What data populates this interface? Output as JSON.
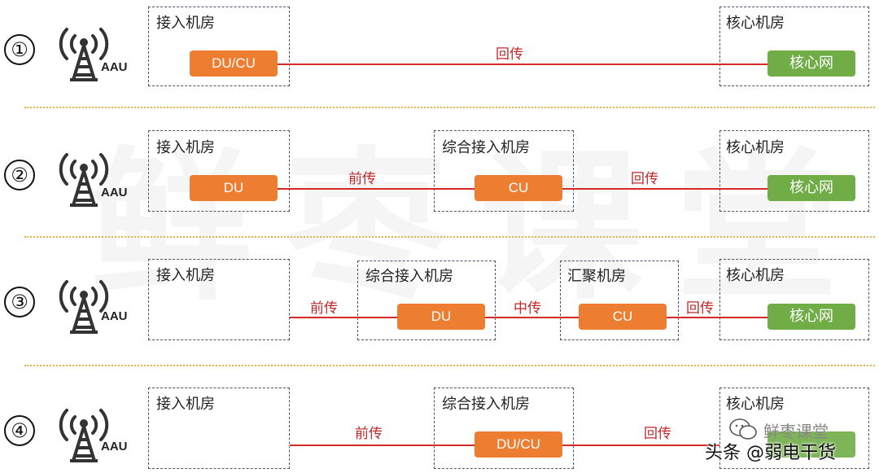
{
  "colors": {
    "accent_orange": "#ed7d31",
    "core_green": "#70ad47",
    "link_red": "#d62a2a",
    "separator": "#f0b040",
    "dashed_border": "#44546a"
  },
  "watermark_text": "鲜枣课堂",
  "scenarios": [
    {
      "number": "①",
      "aau": "AAU",
      "rooms": [
        "接入机房",
        "核心机房"
      ],
      "nodes": [
        "DU/CU",
        "核心网"
      ],
      "links": [
        "回传"
      ]
    },
    {
      "number": "②",
      "aau": "AAU",
      "rooms": [
        "接入机房",
        "综合接入机房",
        "核心机房"
      ],
      "nodes": [
        "DU",
        "CU",
        "核心网"
      ],
      "links": [
        "前传",
        "回传"
      ]
    },
    {
      "number": "③",
      "aau": "AAU",
      "rooms": [
        "接入机房",
        "综合接入机房",
        "汇聚机房",
        "核心机房"
      ],
      "nodes": [
        "DU",
        "CU",
        "核心网"
      ],
      "links": [
        "前传",
        "中传",
        "回传"
      ]
    },
    {
      "number": "④",
      "aau": "AAU",
      "rooms": [
        "接入机房",
        "综合接入机房",
        "核心机房"
      ],
      "nodes": [
        "DU/CU"
      ],
      "links": [
        "前传",
        "回传"
      ]
    }
  ],
  "credits": {
    "wechat": "鲜枣课堂",
    "toutiao": "头条 @弱电干货"
  }
}
